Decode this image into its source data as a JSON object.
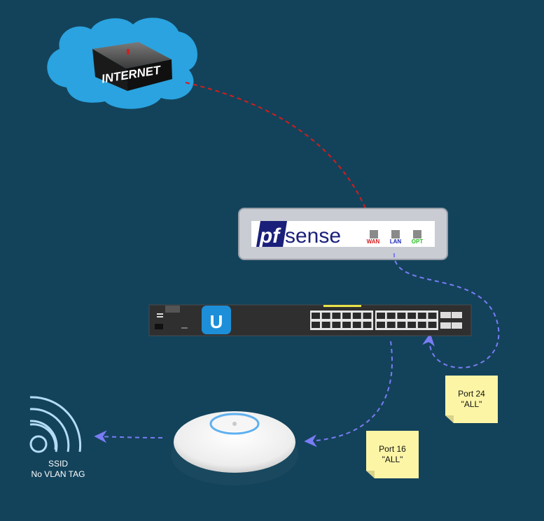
{
  "internet": {
    "label": "INTERNET"
  },
  "router": {
    "brand_pf": "pf",
    "brand_sense": "sense",
    "ports": [
      {
        "label": "WAN",
        "color": "#d61c1c"
      },
      {
        "label": "LAN",
        "color": "#1a28b5"
      },
      {
        "label": "OPT",
        "color": "#27c21f"
      }
    ]
  },
  "switch": {
    "logo": "U"
  },
  "notes": {
    "port24": {
      "line1": "Port 24",
      "line2": "\"ALL\""
    },
    "port16": {
      "line1": "Port 16",
      "line2": "\"ALL\""
    }
  },
  "ssid": {
    "line1": "SSID",
    "line2": "No VLAN TAG"
  },
  "colors": {
    "background": "#13435b",
    "cloud": "#2aa3e0",
    "wan_link": "#d61c1c",
    "lan_link": "#7a7cf5",
    "wifi": "#b4dcf5"
  },
  "icons": [
    "cloud-icon",
    "internet-box-icon",
    "pfsense-router",
    "unifi-switch",
    "unifi-access-point",
    "wifi-icon"
  ]
}
